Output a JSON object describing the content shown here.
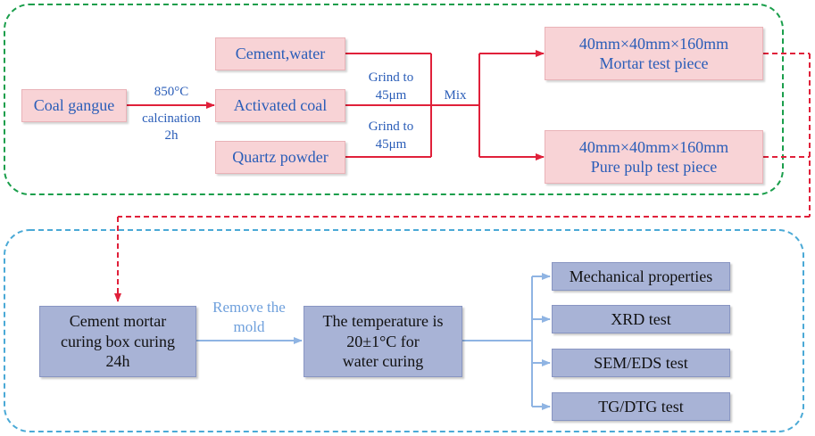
{
  "colors": {
    "top_frame": "#1a9e4b",
    "bottom_frame": "#4aa9d6",
    "red_connector": "#e0203a",
    "blue_connector": "#8fb4e3",
    "pink_box": "#f8d3d6",
    "blue_box": "#a8b3d6",
    "text_blue": "#2a5db8"
  },
  "top": {
    "coal_gangue": "Coal gangue",
    "cement_water": "Cement,water",
    "activated_coal": "Activated coal",
    "quartz_powder": "Quartz powder",
    "mortar_piece": {
      "size": "40mm×40mm×160mm",
      "name": "Mortar test piece"
    },
    "pulp_piece": {
      "size": "40mm×40mm×160mm",
      "name": "Pure pulp test piece"
    },
    "calcination_temp": "850°C",
    "calcination_word": "calcination",
    "calcination_time": "2h",
    "grind1": [
      "Grind to",
      "45μm"
    ],
    "grind2": [
      "Grind to",
      "45μm"
    ],
    "mix": "Mix"
  },
  "bottom": {
    "curing_box": [
      "Cement mortar",
      "curing box curing",
      "24h"
    ],
    "remove_mold": [
      "Remove the",
      "mold"
    ],
    "water_curing": [
      "The temperature is",
      "20±1°C for",
      "water curing"
    ],
    "tests": [
      "Mechanical properties",
      "XRD test",
      "SEM/EDS test",
      "TG/DTG test"
    ]
  }
}
